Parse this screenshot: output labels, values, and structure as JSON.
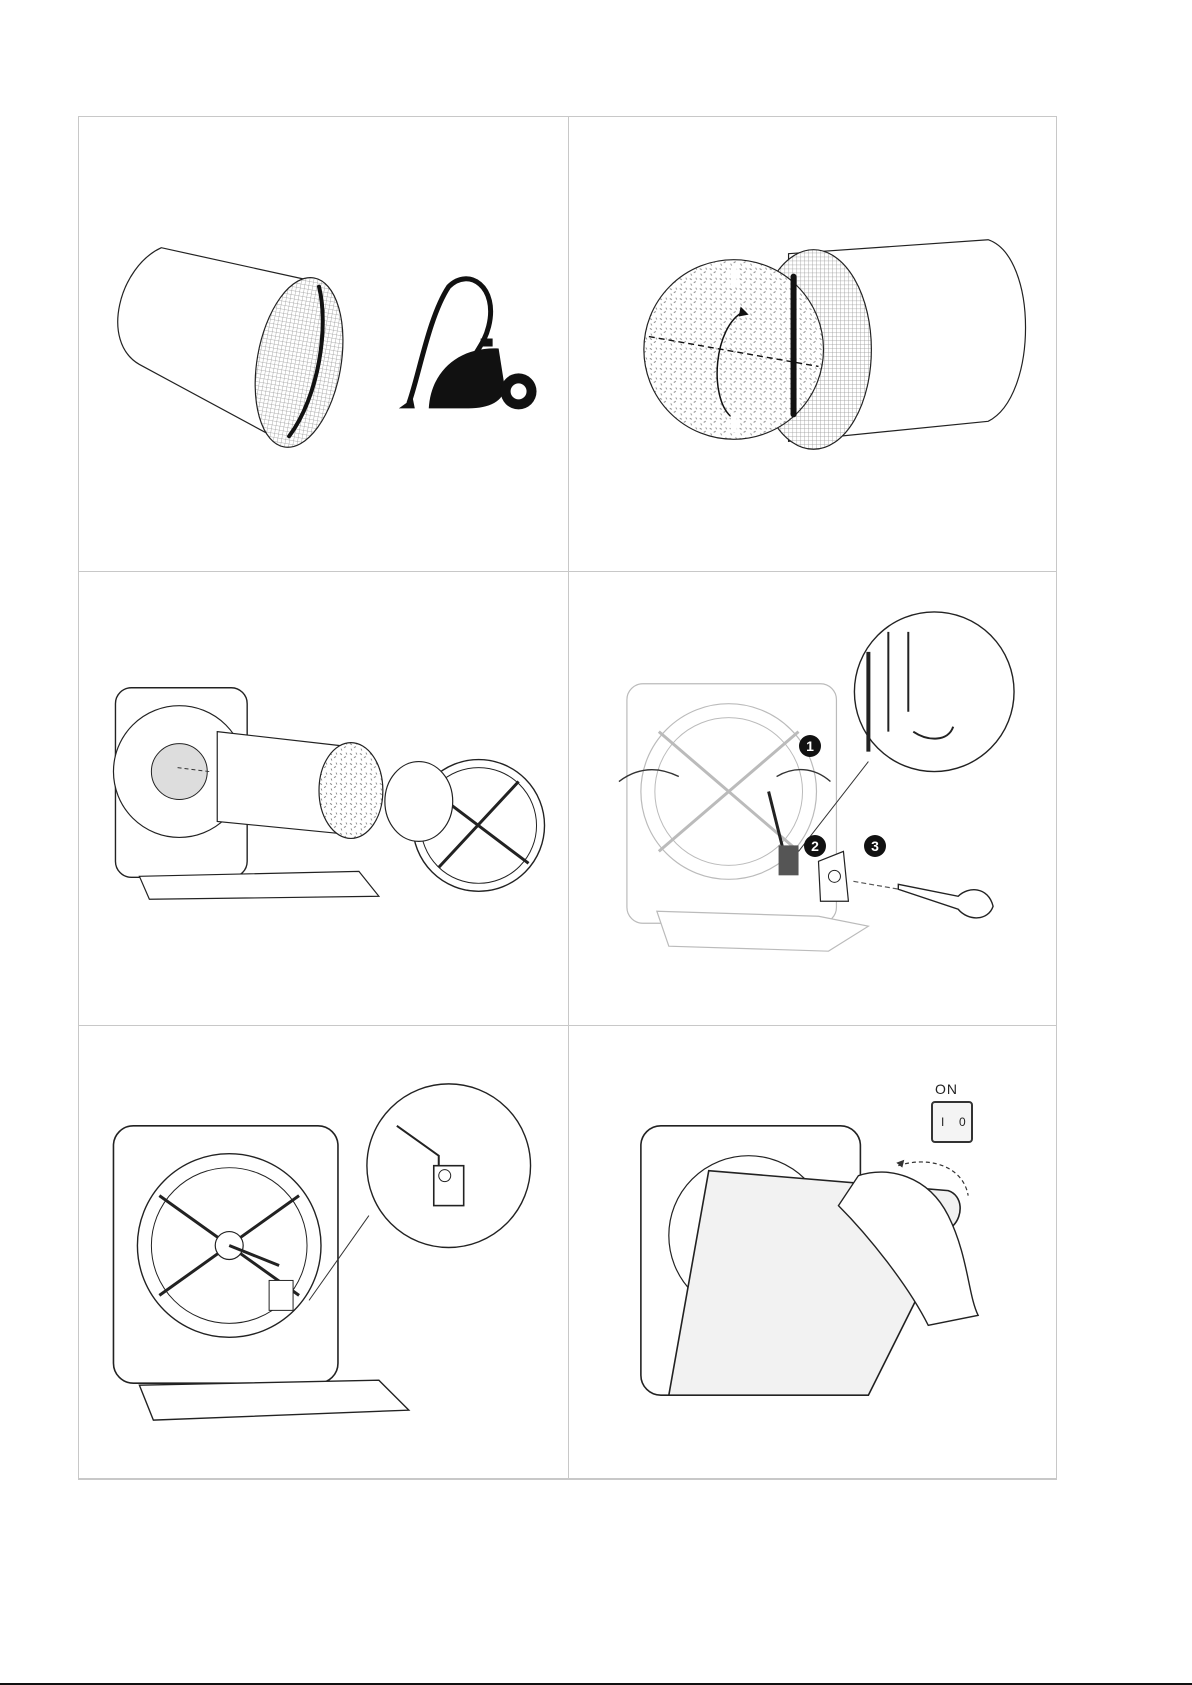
{
  "switch": {
    "label": "ON",
    "pos_on": "I",
    "pos_off": "0"
  },
  "steps": {
    "one": "1",
    "two": "2",
    "three": "3"
  }
}
